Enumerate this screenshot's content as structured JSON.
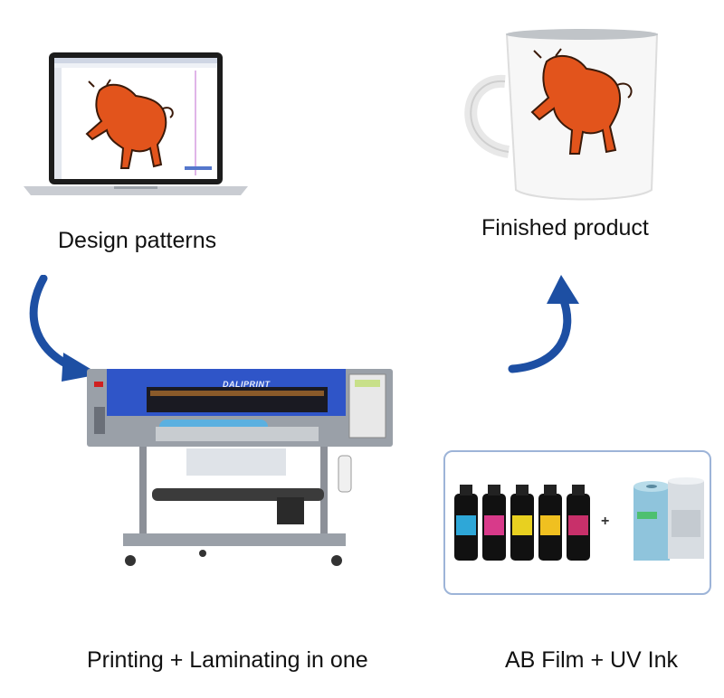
{
  "captions": {
    "design": "Design patterns",
    "finished": "Finished product",
    "printing": "Printing + Laminating in one",
    "supplies": "AB Film + UV Ink"
  },
  "printer": {
    "brand": "DALIPRINT"
  },
  "supplies_box": {
    "plus": "+"
  },
  "colors": {
    "arrow_blue": "#1d4fa3",
    "bull_orange": "#e2541c",
    "printer_blue": "#2f55c8",
    "box_border": "#9db4d8"
  }
}
